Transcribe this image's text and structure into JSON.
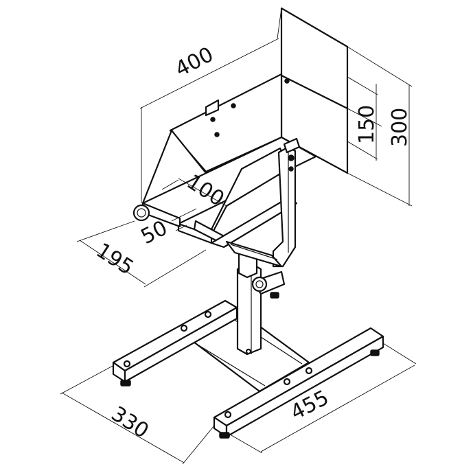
{
  "dimensions": {
    "width_top": "400",
    "height_upper": "150",
    "height_total": "300",
    "depth_inner": "100",
    "offset_small": "50",
    "depth_outer": "195",
    "base_depth": "330",
    "base_width": "455"
  }
}
